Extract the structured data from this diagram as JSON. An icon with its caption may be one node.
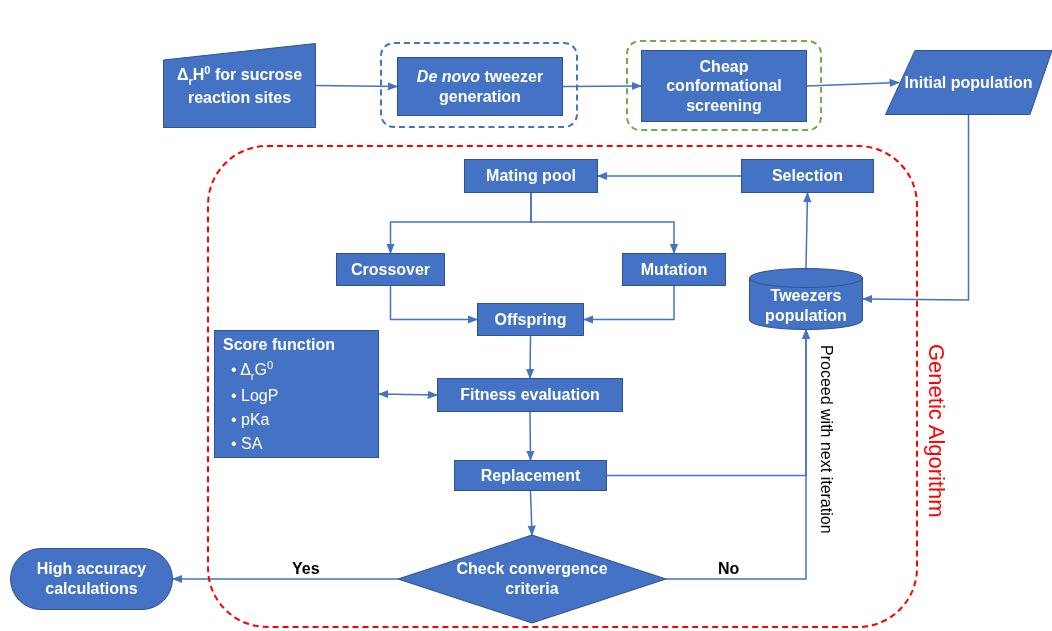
{
  "diagram": {
    "nodes": [
      {
        "text": [
          "Δ$_{r}$H$^{0}$ for sucrose reaction sites"
        ]
      },
      {
        "text": [],
        "shape": "box"
      },
      {
        "text": [
          "*De novo* tweezer generation"
        ],
        "in": 1
      },
      {
        "text": [],
        "shape": "box"
      },
      {
        "text": [
          "Cheap conformational screening"
        ],
        "in": 3
      },
      {
        "text": [
          "Initial population"
        ]
      },
      {
        "text": [
          "Genetic Algorithm"
        ]
      },
      {
        "text": [
          "Mating pool"
        ],
        "in": 6
      },
      {
        "text": [
          "Selection"
        ],
        "in": 6
      },
      {
        "text": [
          "Crossover"
        ],
        "in": 6
      },
      {
        "text": [
          "Mutation"
        ],
        "in": 6
      },
      {
        "text": [
          "Tweezers population"
        ],
        "in": 6
      },
      {
        "text": [
          "Offspring"
        ],
        "in": 6
      },
      {
        "text": [
          "Score function",
          "• Δ$_{r}$G$^{0}$",
          "• LogP",
          "• pKa",
          "• SA"
        ],
        "in": 6
      },
      {
        "text": [
          "Fitness evaluation"
        ],
        "in": 6
      },
      {
        "text": [
          "Replacement"
        ],
        "in": 6
      },
      {
        "text": [
          "Check convergence criteria"
        ],
        "in": 6
      },
      {
        "text": [
          "High accuracy calculations"
        ]
      }
    ],
    "edges": [
      {
        "from": 0,
        "to": 2,
        "arrow": "to"
      },
      {
        "from": 2,
        "to": 4,
        "arrow": "to"
      },
      {
        "from": 4,
        "to": 5,
        "arrow": "to"
      },
      {
        "from": 5,
        "to": 11,
        "arrow": "to"
      },
      {
        "from": 11,
        "to": 8,
        "arrow": "to"
      },
      {
        "from": 8,
        "to": 7,
        "arrow": "to"
      },
      {
        "from": 7,
        "to": 9,
        "arrow": "to"
      },
      {
        "from": 7,
        "to": 10,
        "arrow": "to"
      },
      {
        "from": 9,
        "to": 12,
        "arrow": "to"
      },
      {
        "from": 10,
        "to": 12,
        "arrow": "to"
      },
      {
        "from": 12,
        "to": 14,
        "arrow": "to"
      },
      {
        "from": 13,
        "to": 14,
        "arrow": "both"
      },
      {
        "from": 14,
        "to": 15,
        "arrow": "to"
      },
      {
        "from": 15,
        "to": 16,
        "arrow": "to"
      },
      {
        "from": 16,
        "to": 17,
        "arrow": "to",
        "label": "Yes"
      },
      {
        "from": 16,
        "to": 11,
        "arrow": "to",
        "label": "No"
      },
      {
        "from": 15,
        "to": 11,
        "arrow": "to"
      }
    ],
    "labels": [
      "Proceed with next iteration"
    ]
  }
}
